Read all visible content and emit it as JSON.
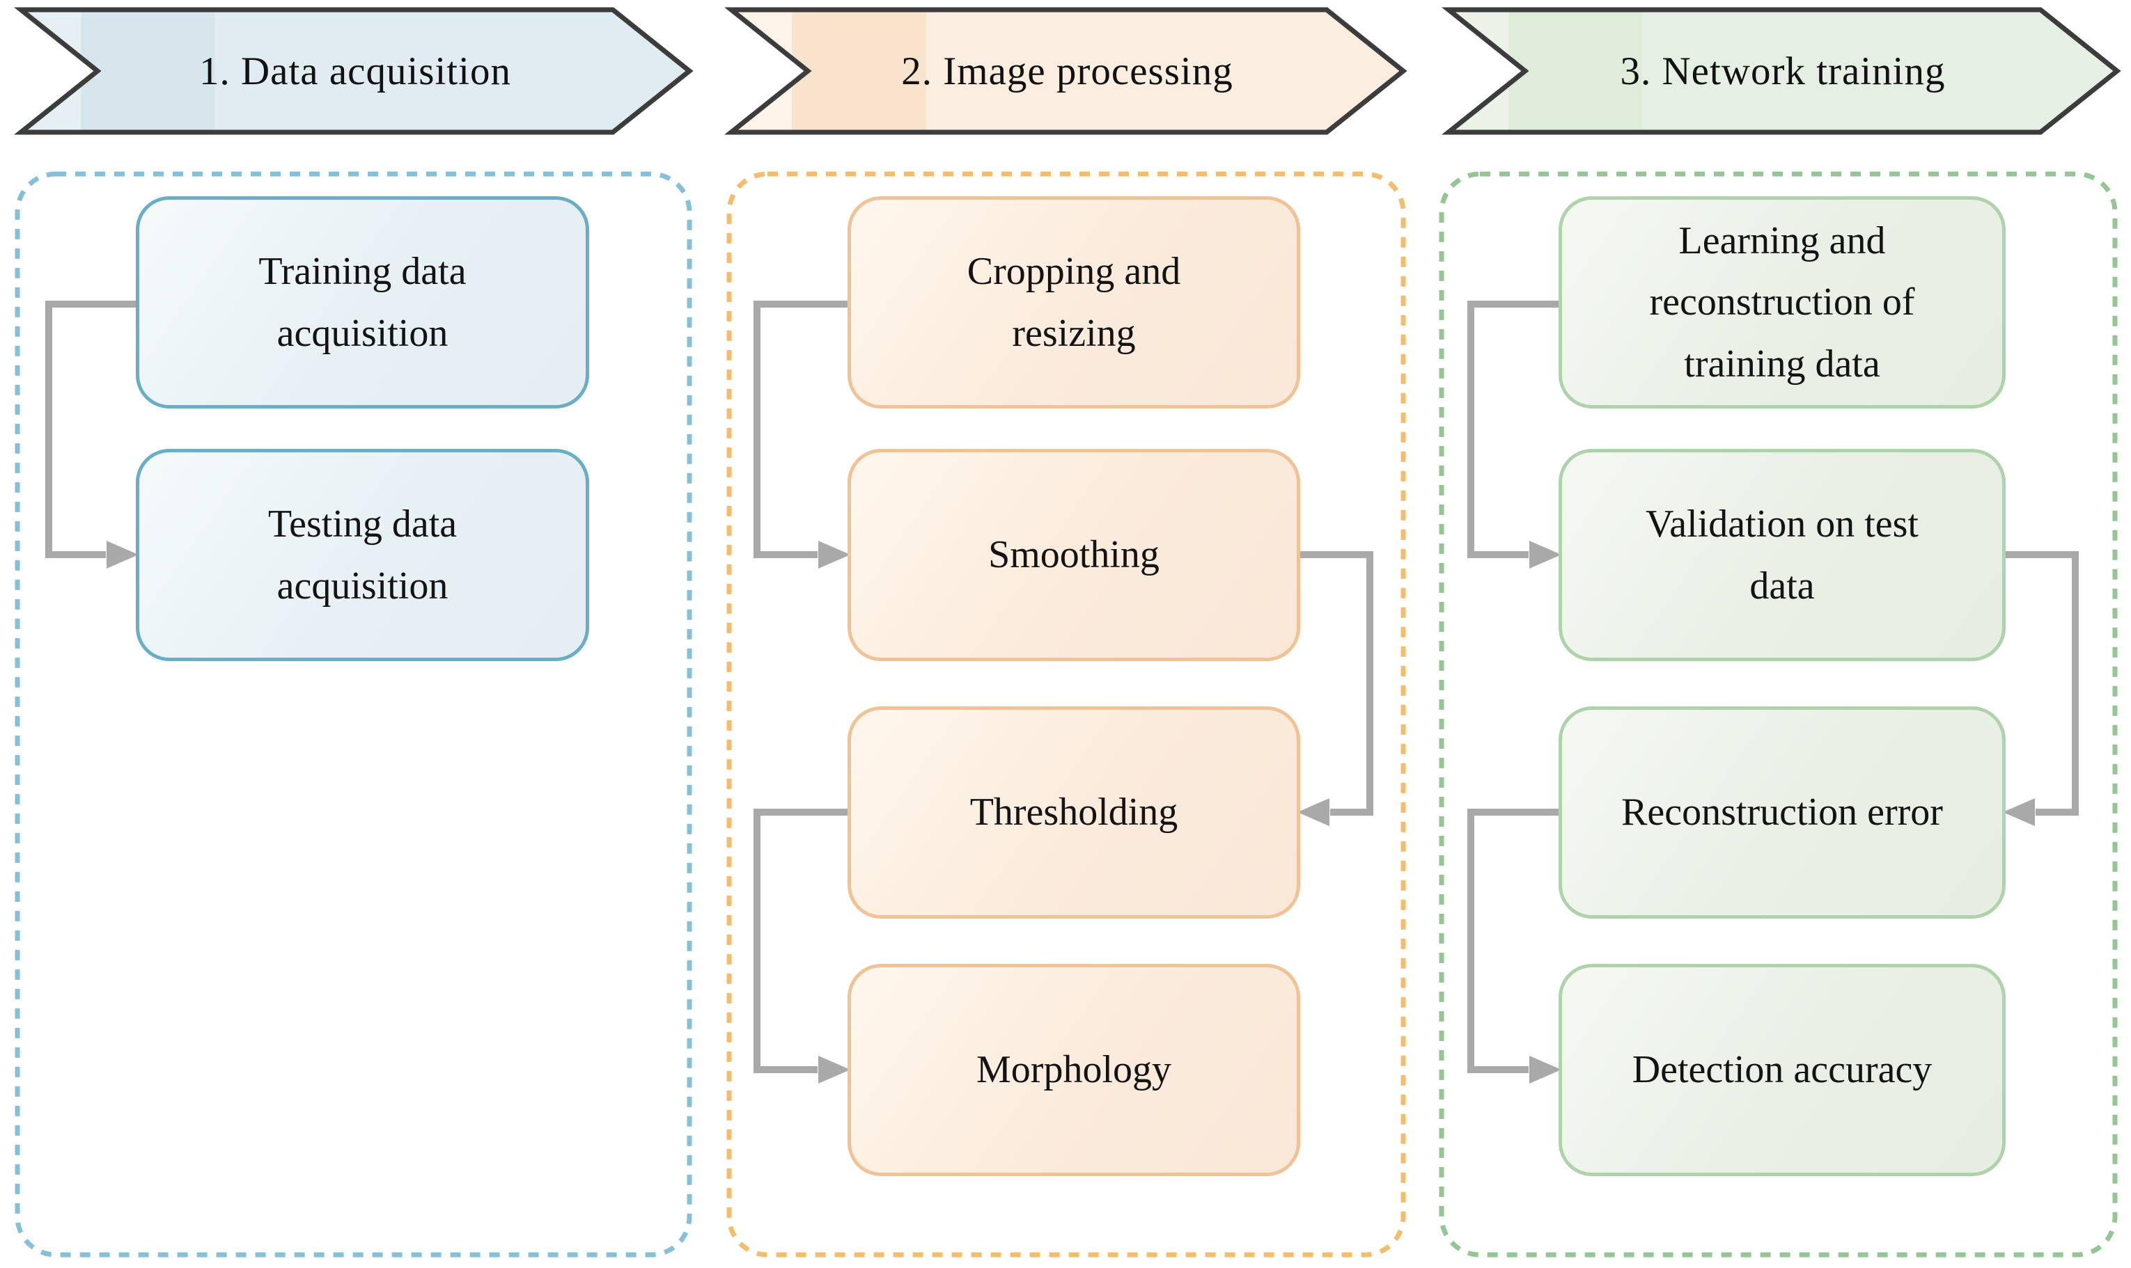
{
  "diagram": {
    "phases": [
      {
        "header": "1. Data acquisition",
        "steps": [
          "Training data acquisition",
          "Testing data acquisition"
        ],
        "connections": [
          {
            "from": "Training data acquisition",
            "to": "Testing data acquisition"
          }
        ],
        "colors": {
          "dash_border": "#85c0d8",
          "box_border": "#69aec5",
          "box_fill": "#e7f0f5",
          "banner_fill": "#e0ecf2",
          "banner_band": "#d7e6ed"
        }
      },
      {
        "header": "2. Image processing",
        "steps": [
          "Cropping and resizing",
          "Smoothing",
          "Thresholding",
          "Morphology"
        ],
        "connections": [
          {
            "from": "Cropping and resizing",
            "to": "Smoothing"
          },
          {
            "from": "Smoothing",
            "to": "Thresholding"
          },
          {
            "from": "Thresholding",
            "to": "Morphology"
          }
        ],
        "colors": {
          "dash_border": "#f3bd6d",
          "box_border": "#f0c295",
          "box_fill": "#fbebdc",
          "banner_fill": "#fbeee0",
          "banner_band": "#f8e3cd"
        }
      },
      {
        "header": "3. Network training",
        "steps": [
          "Learning and reconstruction of training data",
          "Validation on test data",
          "Reconstruction error",
          "Detection accuracy"
        ],
        "connections": [
          {
            "from": "Learning and reconstruction of training data",
            "to": "Validation on test data"
          },
          {
            "from": "Validation on test data",
            "to": "Reconstruction error"
          },
          {
            "from": "Reconstruction error",
            "to": "Detection accuracy"
          }
        ],
        "colors": {
          "dash_border": "#95c595",
          "box_border": "#aed2a9",
          "box_fill": "#e9f0e6",
          "banner_fill": "#e6efe3",
          "banner_band": "#dfecdb"
        }
      }
    ],
    "arrow_color": "#a9a9a9",
    "banner_border_color": "#3c3c3c",
    "text_color": "#111111"
  }
}
